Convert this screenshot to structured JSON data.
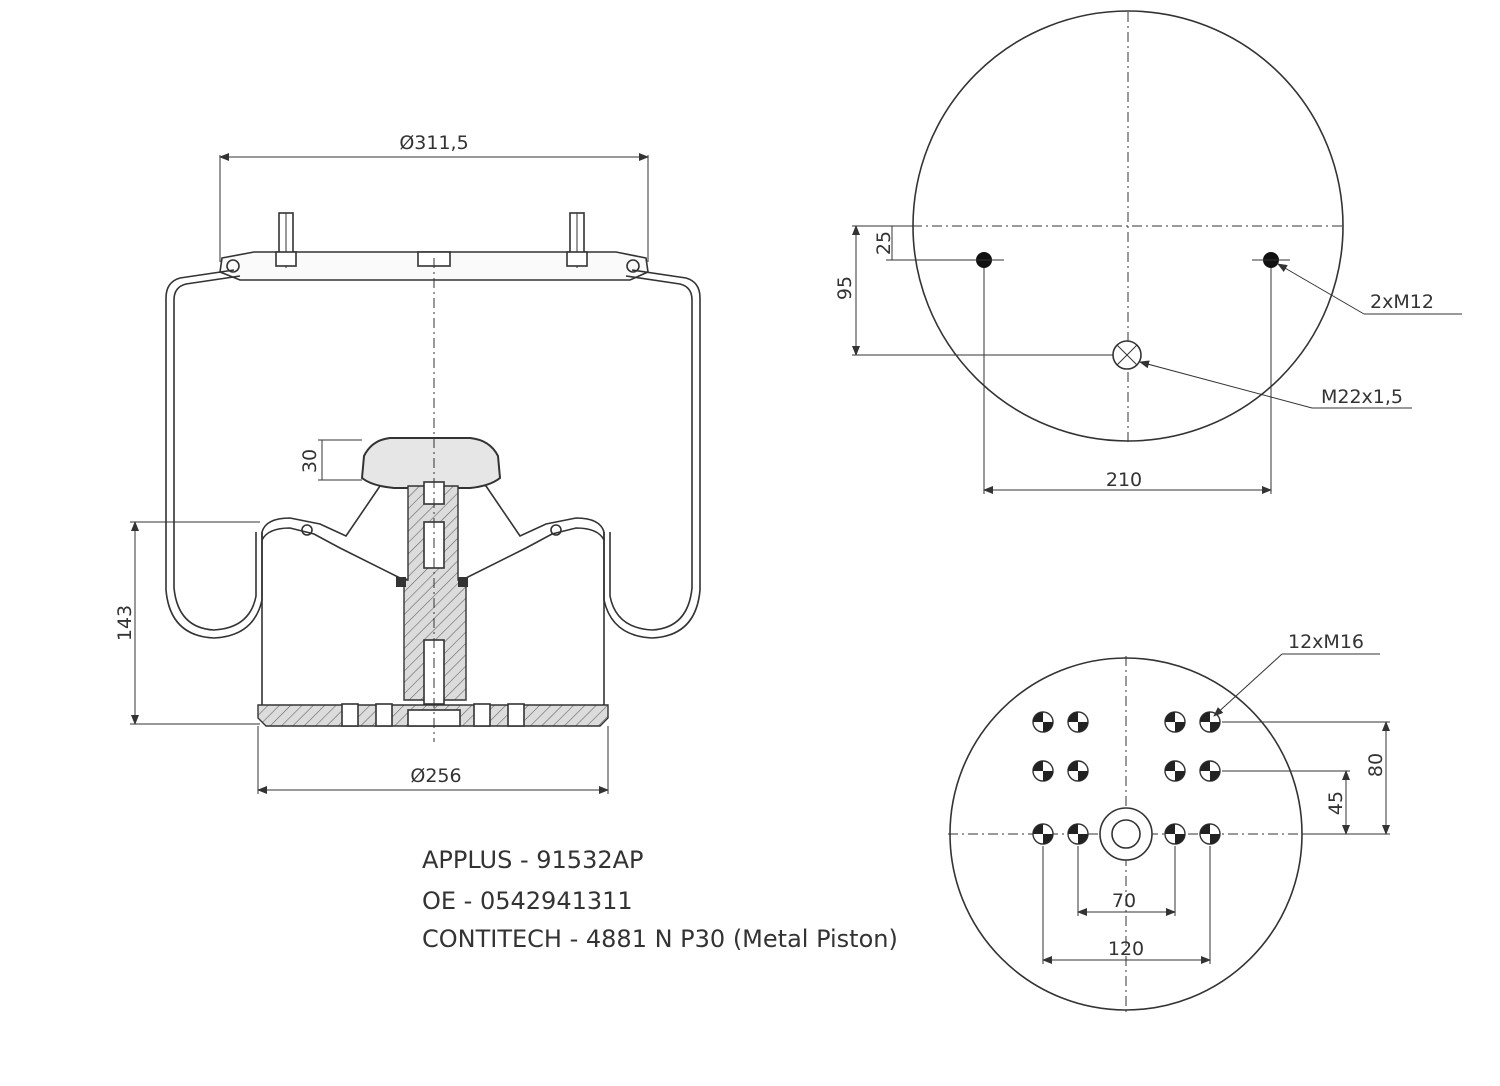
{
  "side_view": {
    "top_diameter": "Ø311,5",
    "bottom_diameter": "Ø256",
    "height": "143",
    "bumper_height": "30"
  },
  "top_plate": {
    "bolt_offset": "25",
    "inlet_offset": "95",
    "bolt_spacing": "210",
    "bolt_label": "2xM12",
    "inlet_label": "M22x1,5"
  },
  "piston_base": {
    "holes_label": "12xM16",
    "inner_spacing": "70",
    "outer_spacing": "120",
    "row_spacing_small": "45",
    "row_spacing_large": "80"
  },
  "references": {
    "applus": "APPLUS - 91532AP",
    "oe": "OE - 0542941311",
    "contitech": "CONTITECH - 4881 N P30 (Metal Piston)"
  }
}
